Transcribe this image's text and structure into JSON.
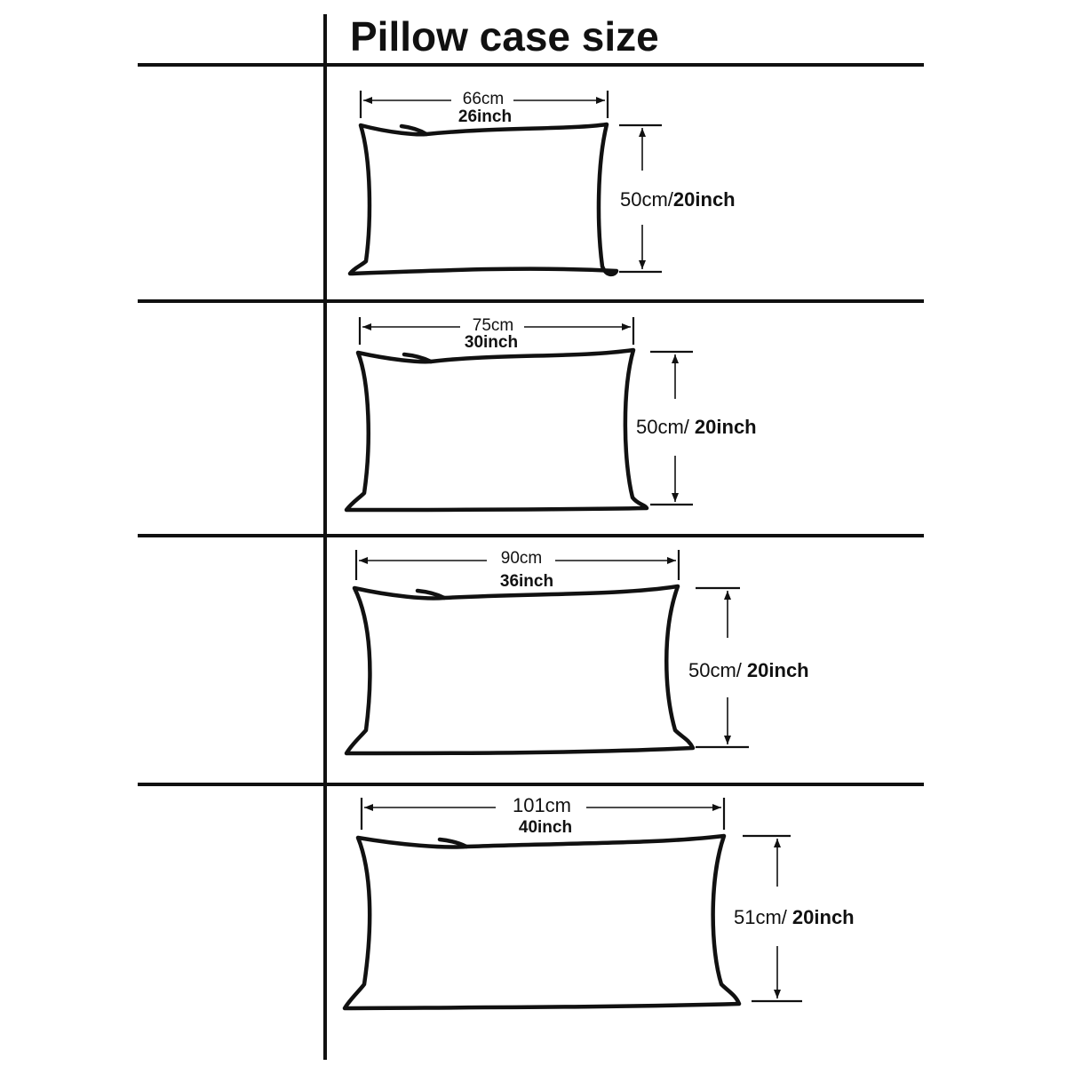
{
  "title": "Pillow case size",
  "colors": {
    "ink": "#111111",
    "background": "#ffffff"
  },
  "sizes": [
    {
      "width_cm": "66cm",
      "width_inch": "26inch",
      "height_cm": "50cm/",
      "height_inch": "20inch"
    },
    {
      "width_cm": "75cm",
      "width_inch": "30inch",
      "height_cm": "50cm/",
      "height_inch": "20inch"
    },
    {
      "width_cm": "90cm",
      "width_inch": "36inch",
      "height_cm": "50cm/",
      "height_inch": "20inch"
    },
    {
      "width_cm": "101cm",
      "width_inch": "40inch",
      "height_cm": "51cm/",
      "height_inch": "20inch"
    }
  ]
}
